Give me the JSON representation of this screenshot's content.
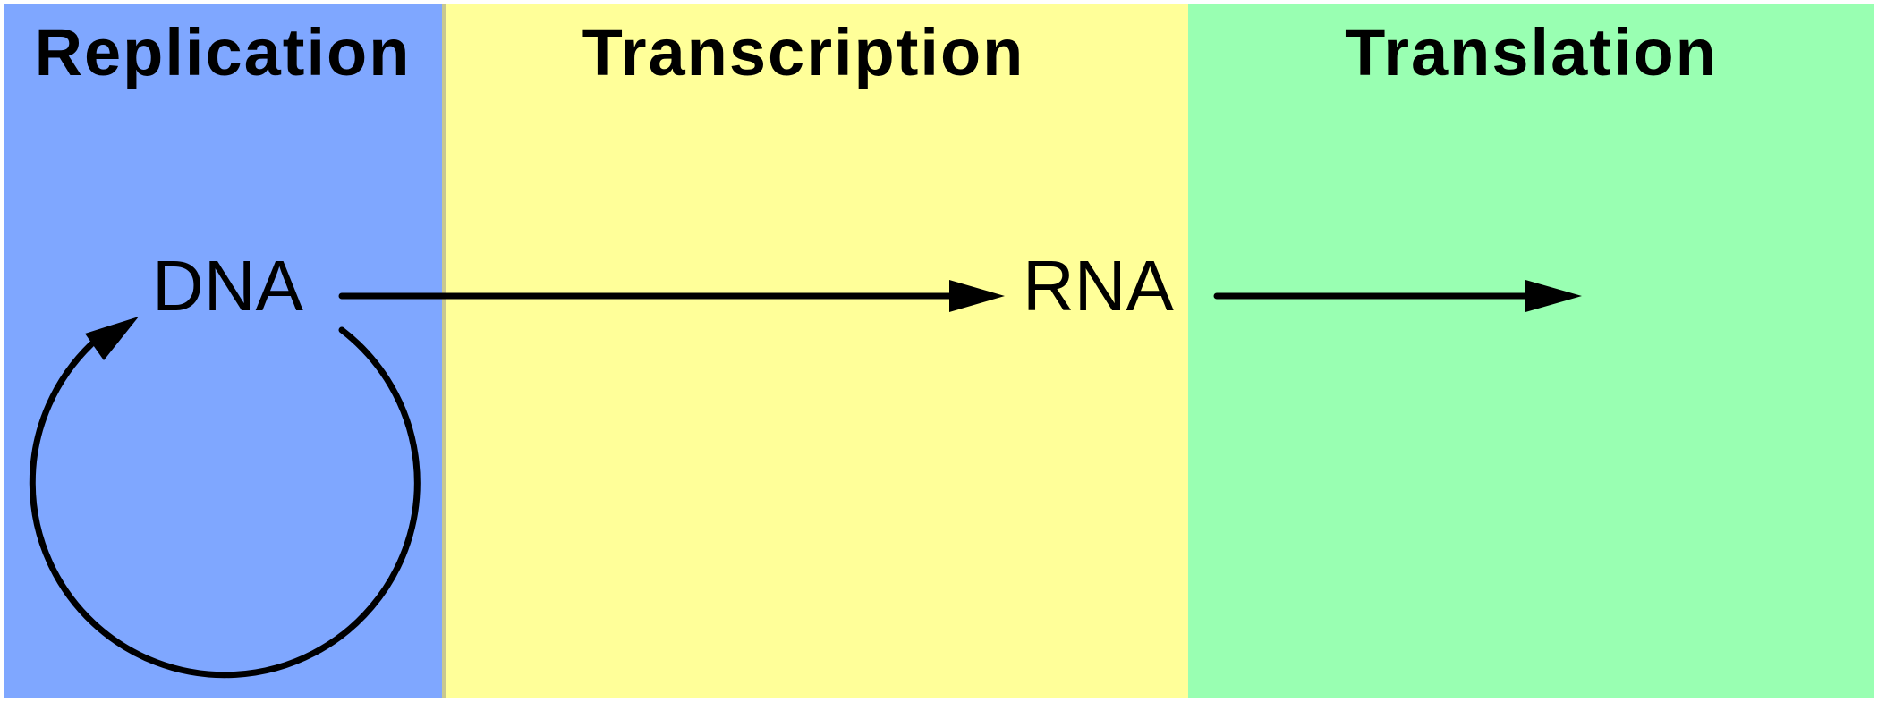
{
  "panels": [
    {
      "id": "replication",
      "title": "Replication",
      "color": "#7fa7ff"
    },
    {
      "id": "transcription",
      "title": "Transcription",
      "color": "#ffff99"
    },
    {
      "id": "translation",
      "title": "Translation",
      "color": "#99ffb2"
    }
  ],
  "divider_color": "#c8c890",
  "molecules": {
    "dna": "DNA",
    "rna": "RNA"
  },
  "arrow_color": "#000000"
}
